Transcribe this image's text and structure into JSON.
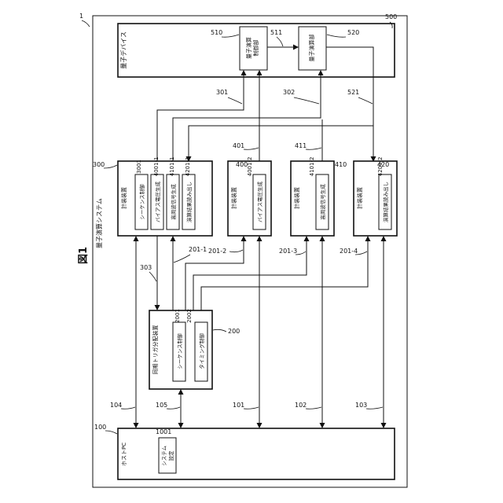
{
  "figure": {
    "title": "図1"
  },
  "system": {
    "label": "量子演算システム",
    "ref": "1"
  },
  "quantum_device": {
    "label": "量子デバイス",
    "ref": "500",
    "control_unit": {
      "label_line1": "量子演算",
      "label_line2": "制御部",
      "ref": "510"
    },
    "compute_unit": {
      "label": "量子演算部",
      "ref": "520"
    }
  },
  "measurement_devices": {
    "main": {
      "label": "計装装置",
      "ref": "300",
      "modules": [
        {
          "label": "シーケンス制御",
          "ref": "3001"
        },
        {
          "label": "バイアス電圧生成",
          "ref": "4001-1"
        },
        {
          "label": "高周波信号生成",
          "ref": "4101-1"
        },
        {
          "label": "演算結果読み出し",
          "ref": "4201-1"
        }
      ]
    },
    "bias": {
      "label": "計装装置",
      "ref": "400",
      "module": {
        "label": "バイアス電圧生成",
        "ref": "4001-2"
      }
    },
    "rf": {
      "label": "計装装置",
      "ref": "410",
      "module": {
        "label": "高周波信号生成",
        "ref": "4101-2"
      }
    },
    "readout": {
      "label": "計装装置",
      "ref": "420",
      "module": {
        "label": "演算結果読み出し",
        "ref": "4201-2"
      }
    }
  },
  "sync_trigger": {
    "label": "同期トリガ分配装置",
    "ref": "200",
    "modules": [
      {
        "label": "シーケンス制御",
        "ref": "2001"
      },
      {
        "label": "タイミング制御",
        "ref": "2002"
      }
    ]
  },
  "host_pc": {
    "label": "ホストPC",
    "ref": "100",
    "setting": {
      "label_line1": "システム",
      "label_line2": "設定",
      "ref": "1001"
    }
  },
  "connections": {
    "c301": "301",
    "c302": "302",
    "c303": "303",
    "c401": "401",
    "c411": "411",
    "c511": "511",
    "c521": "521",
    "c201_1": "201-1",
    "c201_2": "201-2",
    "c201_3": "201-3",
    "c201_4": "201-4",
    "c101": "101",
    "c102": "102",
    "c103": "103",
    "c104": "104",
    "c105": "105"
  }
}
